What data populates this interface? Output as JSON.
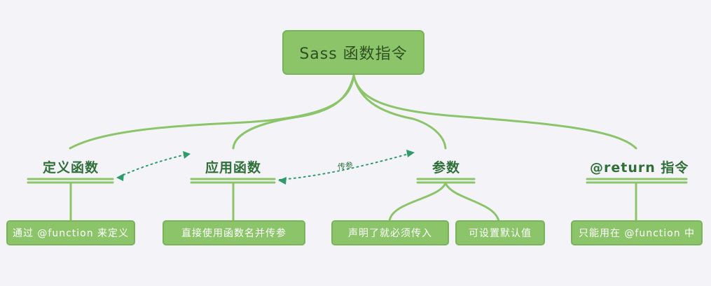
{
  "root": {
    "label": "Sass 函数指令"
  },
  "branches": [
    {
      "label": "定义函数"
    },
    {
      "label": "应用函数"
    },
    {
      "label": "参数"
    },
    {
      "label": "@return 指令"
    }
  ],
  "leaves": [
    {
      "label": "通过 @function 来定义"
    },
    {
      "label": "直接使用函数名并传参"
    },
    {
      "label": "声明了就必须传入"
    },
    {
      "label": "可设置默认值"
    },
    {
      "label": "只能用在 @function 中"
    }
  ],
  "relationships": [
    {
      "label": "传参"
    }
  ],
  "colors": {
    "background": "#f4f4f8",
    "node_fill": "#8cc46a",
    "node_border": "#79b35a",
    "line": "#8cc46a",
    "label_text": "#2f6f38",
    "leaf_text": "#ffffff"
  }
}
